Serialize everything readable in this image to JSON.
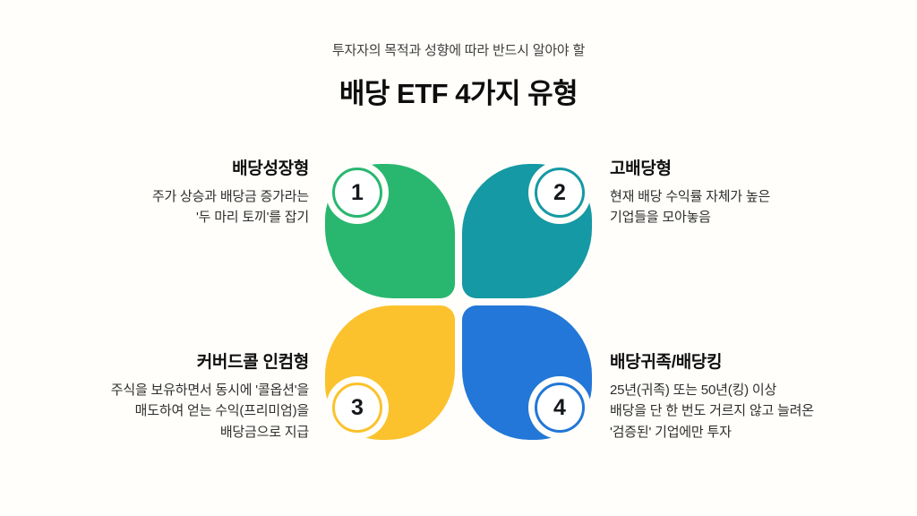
{
  "page": {
    "background_color": "#FFFEFA"
  },
  "header": {
    "subtitle": "투자자의 목적과 성향에 따라 반드시 알아야 할",
    "title": "배당 ETF 4가지 유형"
  },
  "quadrants": [
    {
      "number": "1",
      "position": "top-left",
      "color": "#29B770",
      "title": "배당성장형",
      "description_lines": [
        "주가 상승과 배당금 증가라는",
        "'두 마리 토끼'를 잡기"
      ]
    },
    {
      "number": "2",
      "position": "top-right",
      "color": "#1599A4",
      "title": "고배당형",
      "description_lines": [
        "현재 배당 수익률 자체가 높은",
        "기업들을 모아놓음"
      ]
    },
    {
      "number": "3",
      "position": "bottom-left",
      "color": "#FCC22D",
      "title": "커버드콜 인컴형",
      "description_lines": [
        "주식을 보유하면서 동시에 '콜옵션'을",
        "매도하여 얻는 수익(프리미엄)을",
        "배당금으로 지급"
      ]
    },
    {
      "number": "4",
      "position": "bottom-right",
      "color": "#2277D8",
      "title": "배당귀족/배당킹",
      "description_lines": [
        "25년(귀족) 또는 50년(킹) 이상",
        "배당을 단 한 번도 거르지 않고 늘려온",
        "'검증된' 기업에만 투자"
      ]
    }
  ]
}
